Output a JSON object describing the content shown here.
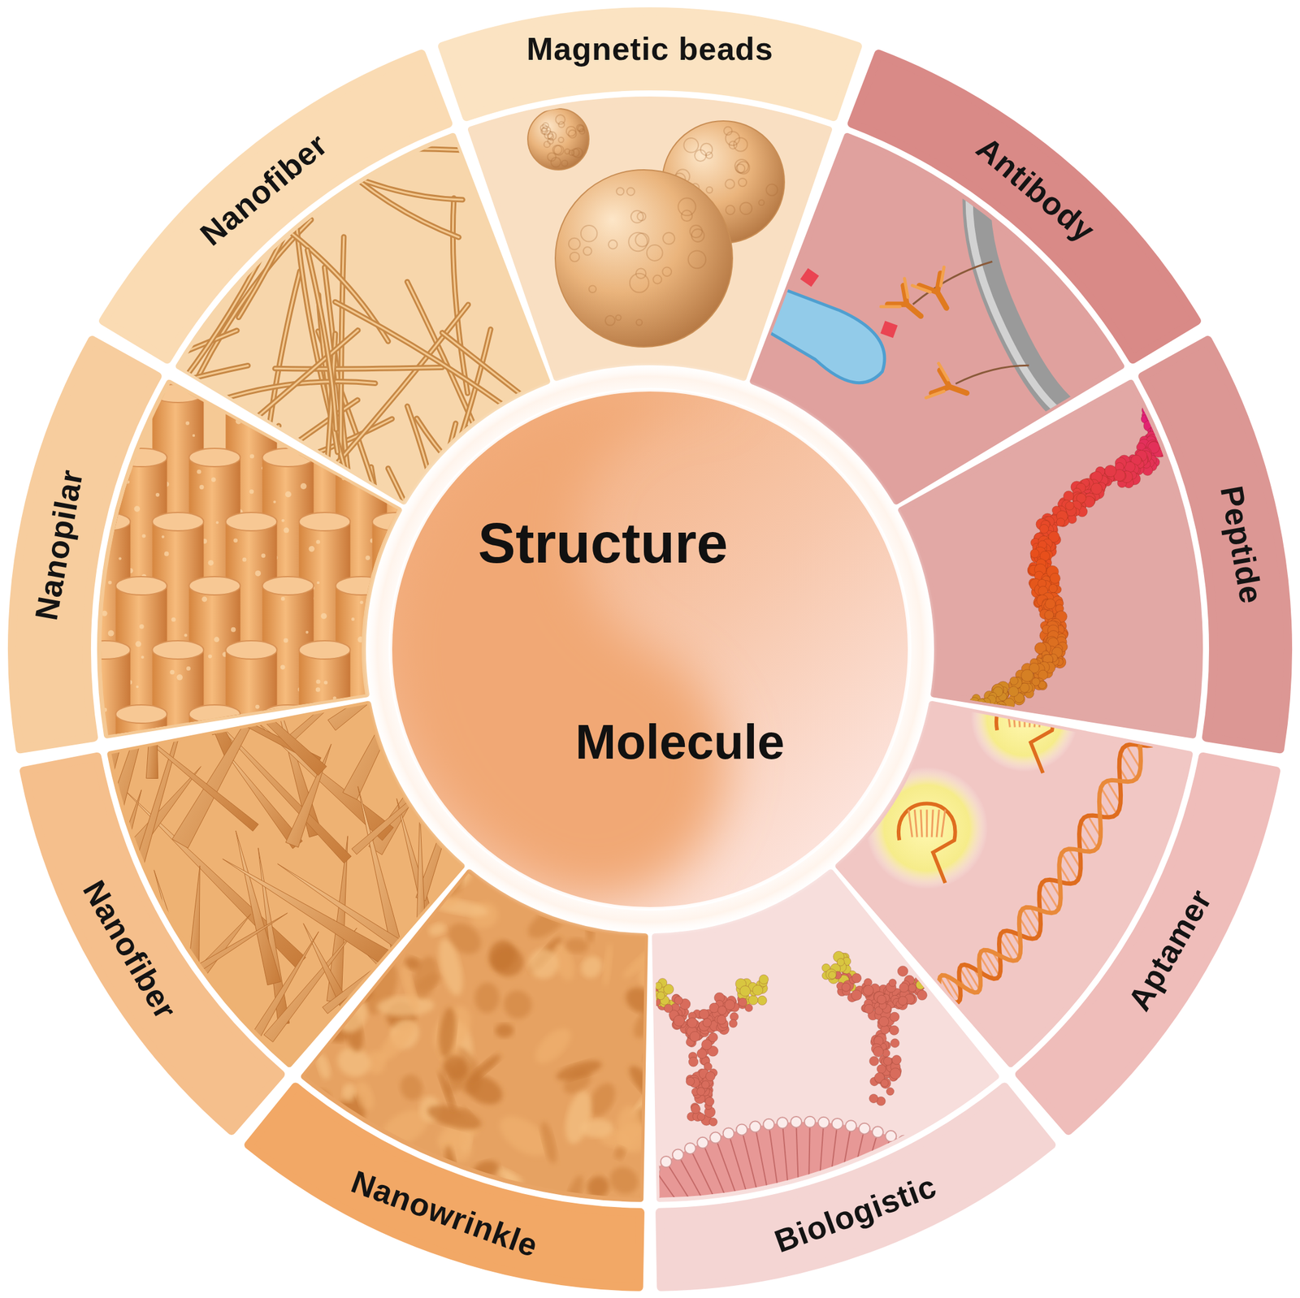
{
  "diagram": {
    "nodes": [
      {
        "text": [
          "Magnetic beads"
        ]
      },
      {
        "text": [
          "Antibody"
        ]
      },
      {
        "text": [
          "Peptide"
        ]
      },
      {
        "text": [
          "Aptamer"
        ]
      },
      {
        "text": [
          "Biologistic"
        ]
      },
      {
        "text": [
          "Nanowrinkle"
        ]
      },
      {
        "text": [
          "Nanofiber"
        ]
      },
      {
        "text": [
          "Nanopilar"
        ]
      },
      {
        "text": [
          "Nanofiber"
        ]
      },
      {
        "text": [
          "Structure",
          "Molecule"
        ]
      }
    ]
  }
}
